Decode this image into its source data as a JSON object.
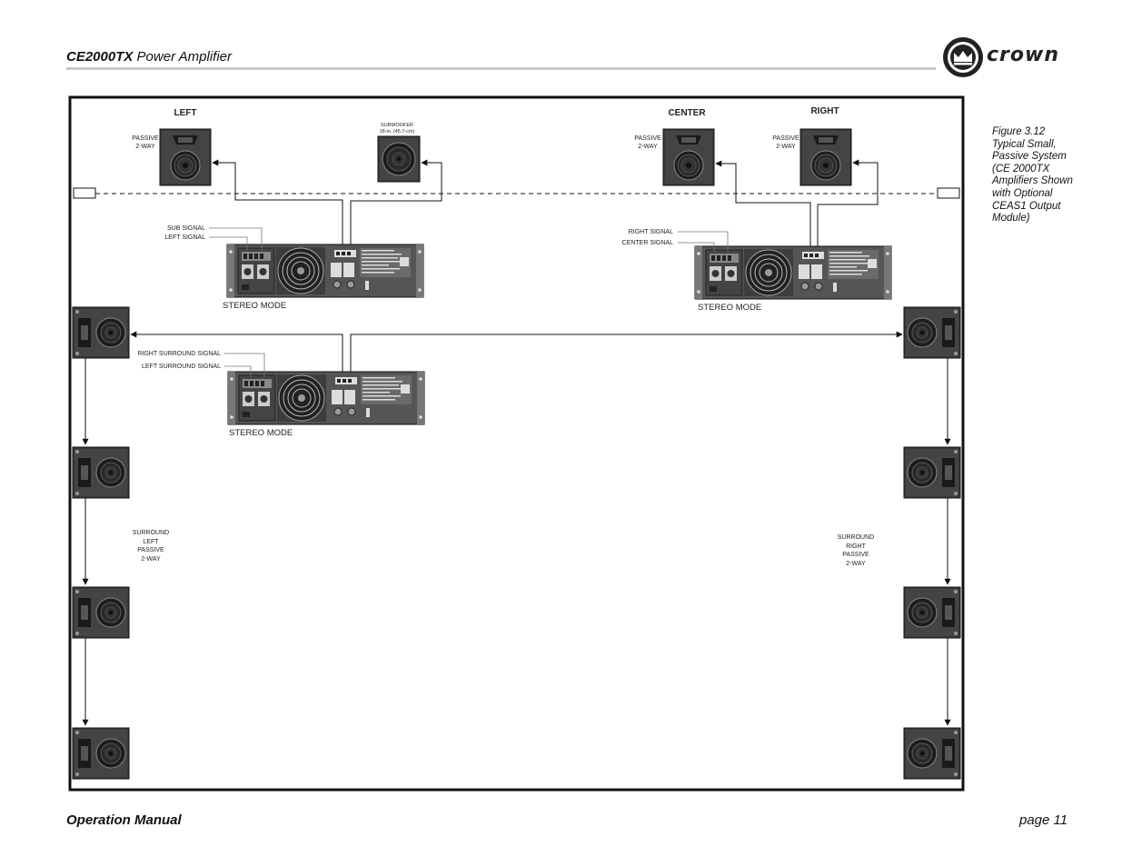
{
  "header": {
    "model": "CE2000TX",
    "product": " Power Amplifier",
    "brand": "crown"
  },
  "caption": "Figure 3.12\nTypical Small,\n Passive System\n(CE 2000TX\nAmplifiers Shown\nwith Optional\nCEAS1 Output\nModule)",
  "speakers": {
    "left": {
      "title": "LEFT",
      "type_line1": "PASSIVE",
      "type_line2": "2-WAY"
    },
    "subwoofer": {
      "title": "SUBWOOFER",
      "size": "18-in. (45.7-cm)"
    },
    "center": {
      "title": "CENTER",
      "type_line1": "PASSIVE",
      "type_line2": "2-WAY"
    },
    "right": {
      "title": "RIGHT",
      "type_line1": "PASSIVE",
      "type_line2": "2-WAY"
    },
    "surround_left": {
      "line1": "SURROUND",
      "line2": "LEFT",
      "line3": "PASSIVE",
      "line4": "2-WAY"
    },
    "surround_right": {
      "line1": "SURROUND",
      "line2": "RIGHT",
      "line3": "PASSIVE",
      "line4": "2-WAY"
    }
  },
  "amplifiers": {
    "amp1": {
      "signal_a": "SUB SIGNAL",
      "signal_b": "LEFT SIGNAL",
      "mode": "STEREO MODE"
    },
    "amp2": {
      "signal_a": "RIGHT SIGNAL",
      "signal_b": "CENTER SIGNAL",
      "mode": "STEREO MODE"
    },
    "amp3": {
      "signal_a": "RIGHT SURROUND SIGNAL",
      "signal_b": "LEFT SURROUND SIGNAL",
      "mode": "STEREO MODE"
    }
  },
  "footer": {
    "left": "Operation Manual",
    "right": "page 11"
  }
}
